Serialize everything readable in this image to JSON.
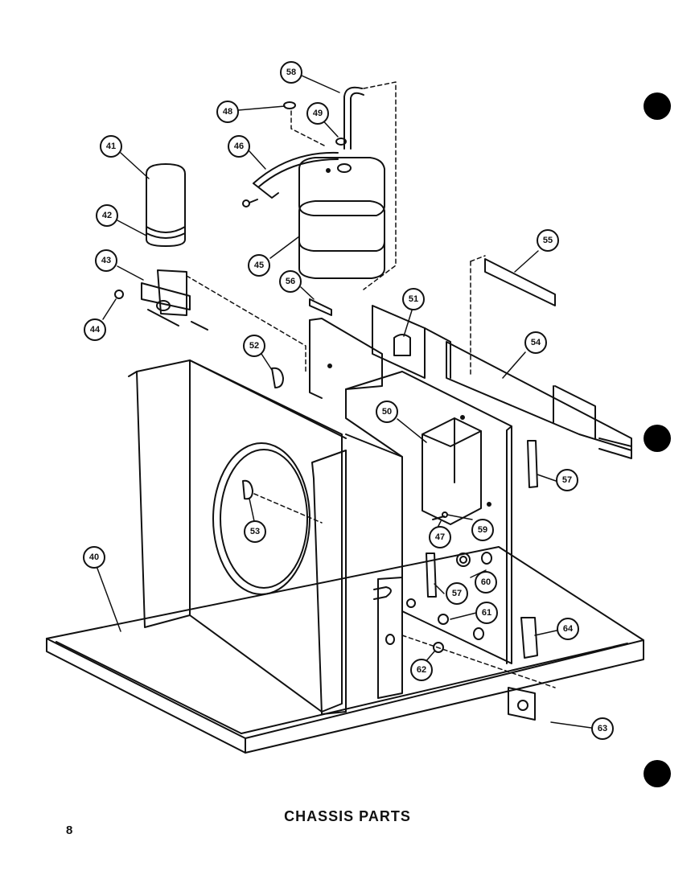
{
  "title": "CHASSIS PARTS",
  "page_number": "8",
  "callouts": [
    "58",
    "48",
    "49",
    "46",
    "41",
    "42",
    "45",
    "43",
    "44",
    "56",
    "51",
    "55",
    "52",
    "54",
    "50",
    "57",
    "53",
    "40",
    "47",
    "59",
    "60",
    "57",
    "61",
    "64",
    "62",
    "63"
  ]
}
